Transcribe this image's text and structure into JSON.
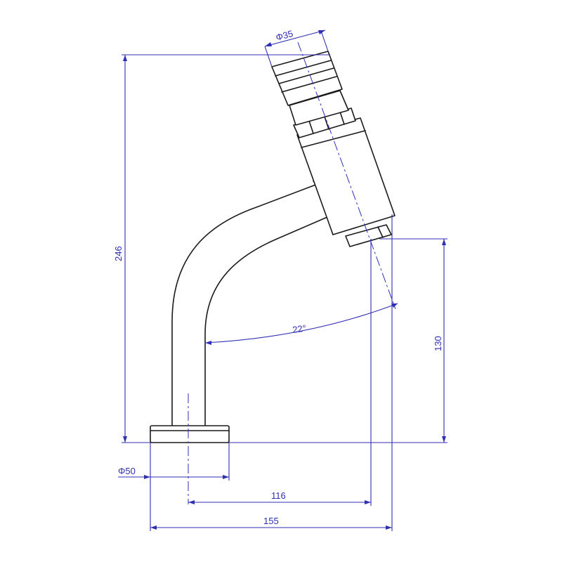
{
  "colors": {
    "dimension": "#2f2fb4",
    "outline": "#1a1a1a",
    "background": "#ffffff"
  },
  "dimensions": {
    "head_diameter": "Φ35",
    "total_height": "246",
    "outlet_height": "130",
    "spout_angle": "22°",
    "base_diameter": "Φ50",
    "outlet_reach": "116",
    "total_reach": "155"
  }
}
